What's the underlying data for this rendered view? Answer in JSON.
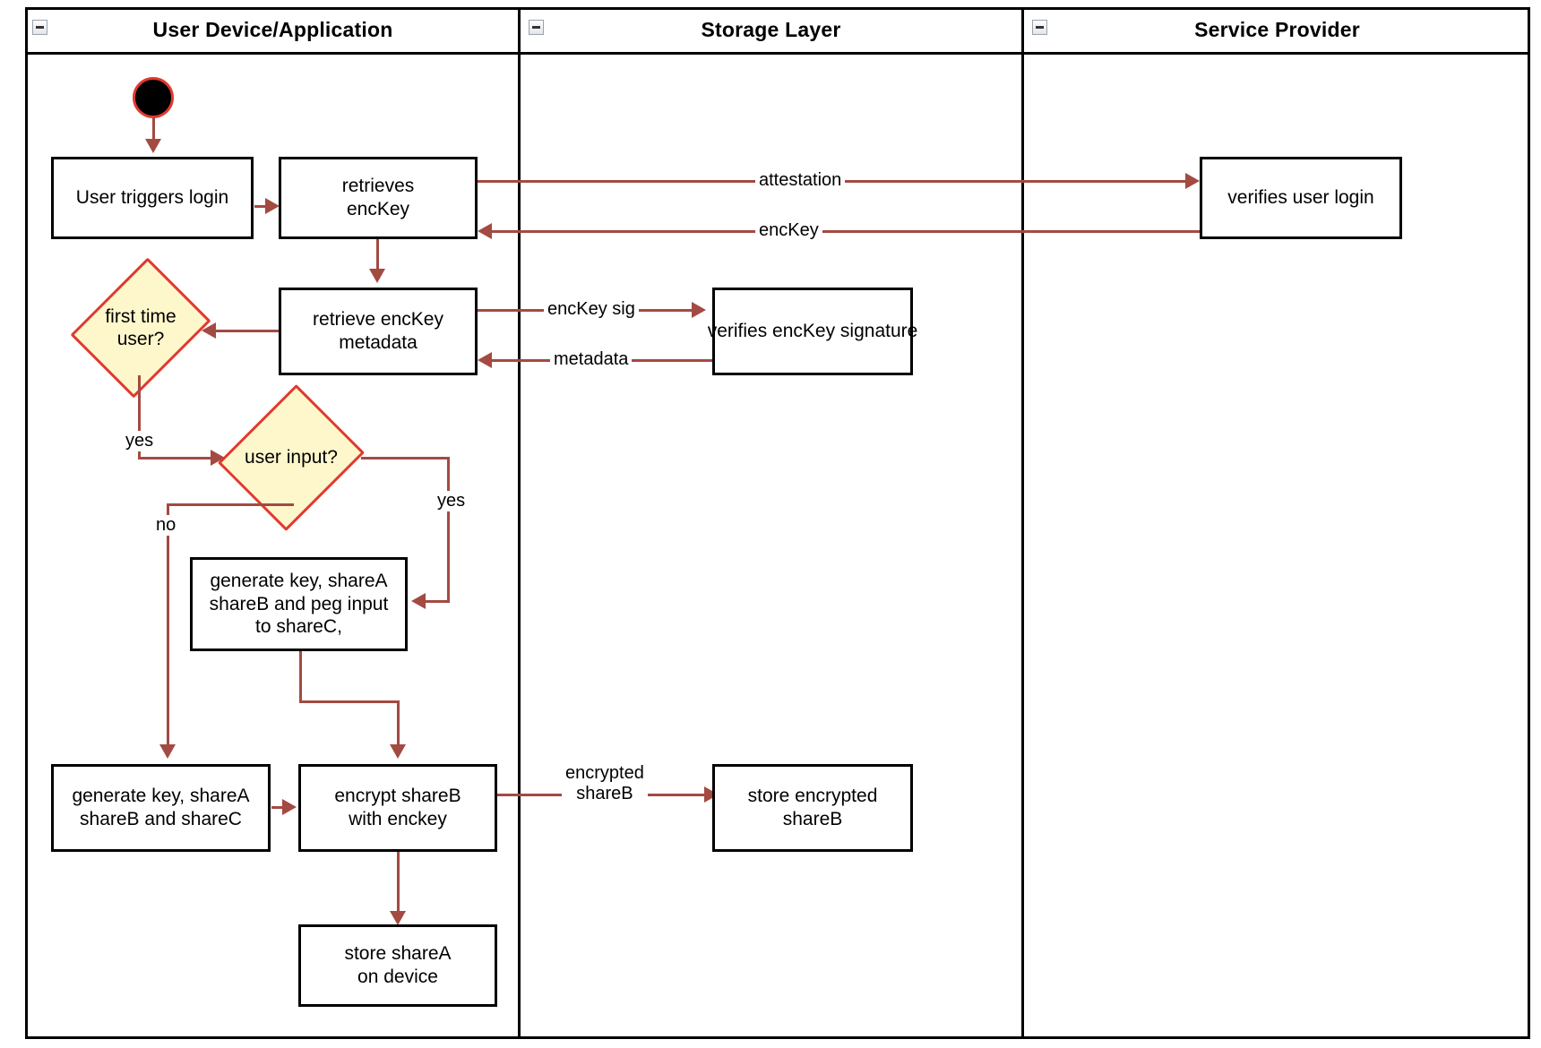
{
  "diagram": {
    "type": "uml-activity-swimlane",
    "title": "Login / key-share provisioning flow"
  },
  "lanes": [
    {
      "id": "user-device",
      "label": "User Device/Application",
      "collapse_icon": "minus-icon"
    },
    {
      "id": "storage-layer",
      "label": "Storage Layer",
      "collapse_icon": "minus-icon"
    },
    {
      "id": "service-provider",
      "label": "Service Provider",
      "collapse_icon": "minus-icon"
    }
  ],
  "nodes": {
    "start": {
      "name": "initial-node",
      "shape": "filled-circle"
    },
    "user_triggers_login": {
      "label": "User triggers login",
      "shape": "action"
    },
    "retrieves_enckey": {
      "label": "retrieves\nencKey",
      "shape": "action"
    },
    "retrieve_enckey_metadata": {
      "label": "retrieve encKey\nmetadata",
      "shape": "action"
    },
    "first_time_user": {
      "label": "first time\nuser?",
      "shape": "decision"
    },
    "user_input": {
      "label": "user input?",
      "shape": "decision"
    },
    "generate_peg": {
      "label": "generate key, shareA\nshareB and peg input\nto shareC,",
      "shape": "action"
    },
    "generate_shares": {
      "label": "generate key, shareA\nshareB and shareC",
      "shape": "action"
    },
    "encrypt_shareb": {
      "label": "encrypt shareB\nwith enckey",
      "shape": "action"
    },
    "store_sharea": {
      "label": "store shareA\non device",
      "shape": "action"
    },
    "verifies_signature": {
      "label": "verifies encKey signature",
      "shape": "action"
    },
    "store_encrypted_shareb": {
      "label": "store encrypted\nshareB",
      "shape": "action"
    },
    "verifies_user_login": {
      "label": "verifies user login",
      "shape": "action"
    }
  },
  "edge_labels": {
    "attestation": "attestation",
    "enckey": "encKey",
    "enckey_sig": "encKey sig",
    "metadata": "metadata",
    "encrypted_shareb": "encrypted\nshareB",
    "yes_first_time": "yes",
    "no_user_input": "no",
    "yes_user_input": "yes"
  },
  "colors": {
    "connector": "#a34a42",
    "decision_fill": "#fff7cc",
    "decision_stroke": "#e03a2f",
    "node_stroke": "#000000",
    "start_fill": "#000000",
    "start_stroke": "#e03a2f",
    "background": "#ffffff"
  }
}
